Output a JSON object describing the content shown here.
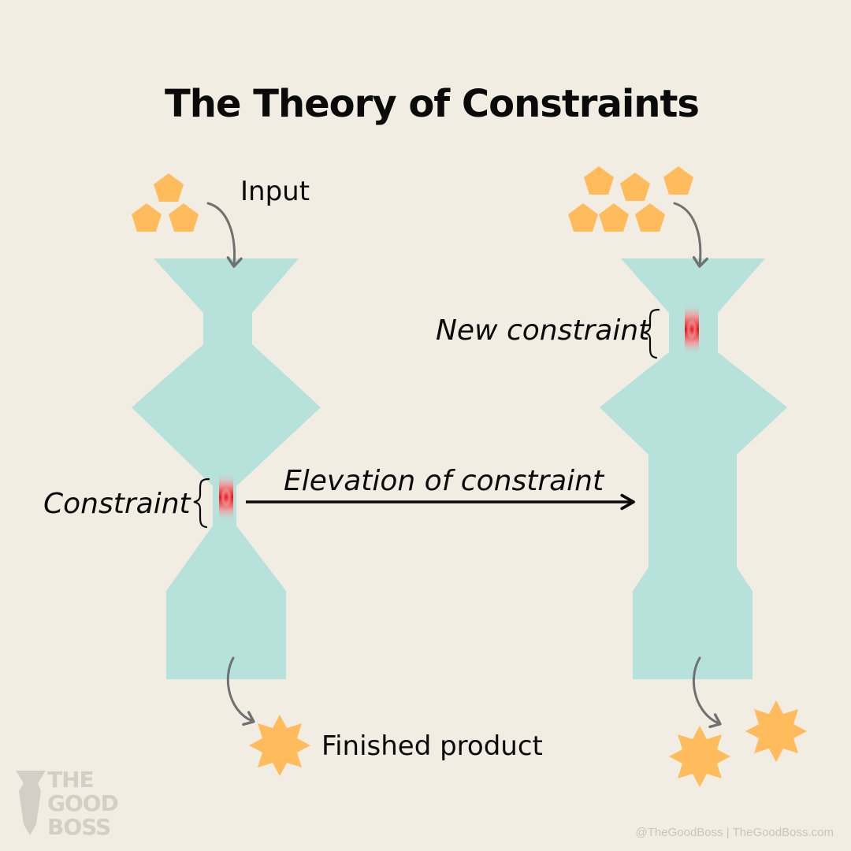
{
  "title": "The Theory of Constraints",
  "labels": {
    "input": "Input",
    "new_constraint": "New constraint",
    "constraint": "Constraint",
    "elevation": "Elevation of constraint",
    "finished_product": "Finished product"
  },
  "logo": {
    "line1": "THE",
    "line2": "GOOD",
    "line3": "BOSS"
  },
  "footer": "@TheGoodBoss | TheGoodBoss.com",
  "colors": {
    "background": "#f2ede3",
    "funnel": "#b7e2db",
    "unit": "#ffbb5c",
    "constraint": "#e8141c",
    "arrow": "#707070",
    "text": "#0a0a0a"
  }
}
